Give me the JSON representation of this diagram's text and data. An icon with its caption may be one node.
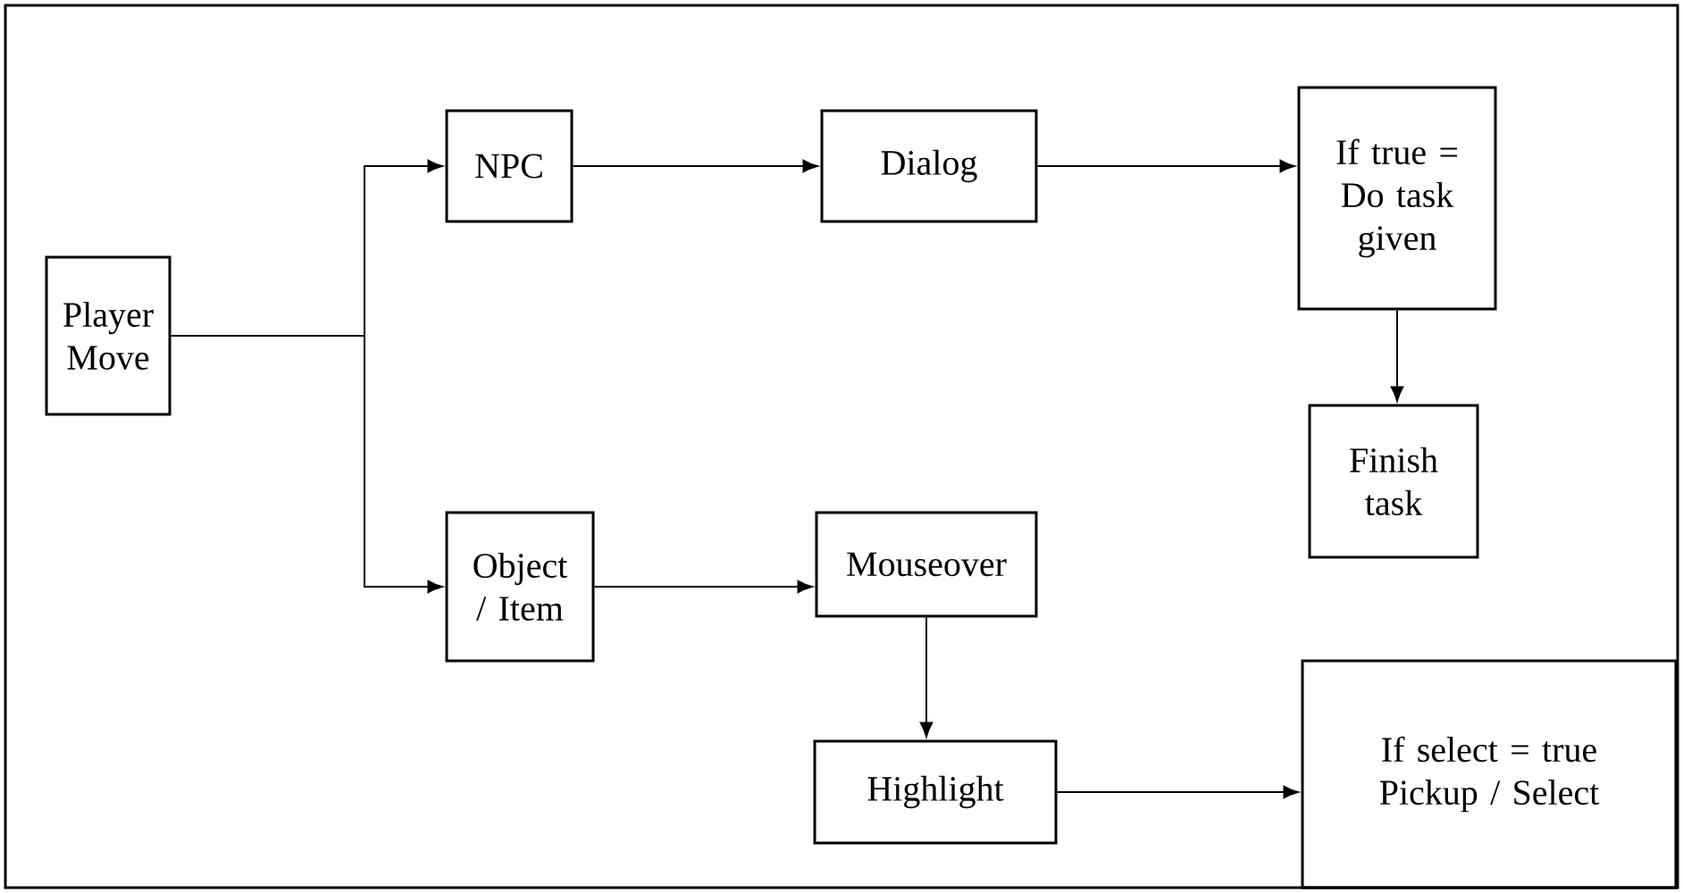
{
  "diagram": {
    "nodes": [
      {
        "text": [
          "Player Move"
        ]
      },
      {
        "text": [
          "NPC"
        ]
      },
      {
        "text": [
          "Dialog"
        ]
      },
      {
        "text": [
          "If true = Do task given"
        ]
      },
      {
        "text": [
          "Finish task"
        ]
      },
      {
        "text": [
          "Object / Item"
        ]
      },
      {
        "text": [
          "Mouseover"
        ]
      },
      {
        "text": [
          "Highlight"
        ]
      },
      {
        "text": [
          "If select = true Pickup / Select"
        ]
      }
    ],
    "edges": [
      {
        "from": 0,
        "to": 1,
        "arrow": "to"
      },
      {
        "from": 0,
        "to": 5,
        "arrow": "to"
      },
      {
        "from": 1,
        "to": 2,
        "arrow": "to"
      },
      {
        "from": 2,
        "to": 3,
        "arrow": "to"
      },
      {
        "from": 3,
        "to": 4,
        "arrow": "to"
      },
      {
        "from": 5,
        "to": 6,
        "arrow": "to"
      },
      {
        "from": 6,
        "to": 7,
        "arrow": "to"
      },
      {
        "from": 7,
        "to": 8,
        "arrow": "to"
      }
    ]
  }
}
